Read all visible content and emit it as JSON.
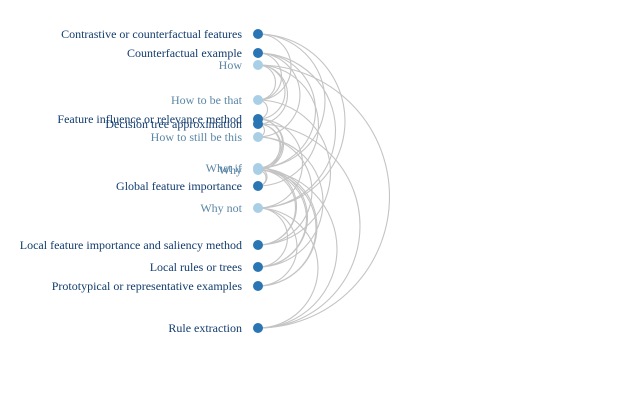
{
  "diagram": {
    "type": "arc-diagram",
    "colors": {
      "method": "#2a75b3",
      "method_text": "#123c6e",
      "question": "#a9cfe6",
      "question_text": "#5a86a6",
      "link": "#c4c4c4"
    },
    "nodes": [
      {
        "id": "cf_features",
        "label": "Contrastive or counterfactual features",
        "kind": "method"
      },
      {
        "id": "cf_example",
        "label": "Counterfactual example",
        "kind": "method"
      },
      {
        "id": "how",
        "label": "How",
        "kind": "question"
      },
      {
        "id": "how_to_be",
        "label": "How to be that",
        "kind": "question"
      },
      {
        "id": "feat_infl",
        "label": "Feature influence or relevance method",
        "kind": "method"
      },
      {
        "id": "dt_approx",
        "label": "Decision tree approximation",
        "kind": "method"
      },
      {
        "id": "how_still",
        "label": "How to still be this",
        "kind": "question"
      },
      {
        "id": "what_if",
        "label": "What if",
        "kind": "question"
      },
      {
        "id": "why",
        "label": "Why",
        "kind": "question"
      },
      {
        "id": "global_fi",
        "label": "Global feature importance",
        "kind": "method"
      },
      {
        "id": "why_not",
        "label": "Why not",
        "kind": "question"
      },
      {
        "id": "local_fi",
        "label": "Local feature importance and saliency method",
        "kind": "method"
      },
      {
        "id": "local_rules",
        "label": "Local rules or trees",
        "kind": "method"
      },
      {
        "id": "proto",
        "label": "Prototypical or representative examples",
        "kind": "method"
      },
      {
        "id": "rule_ext",
        "label": "Rule extraction",
        "kind": "method"
      }
    ],
    "links": [
      [
        "cf_features",
        "why_not"
      ],
      [
        "cf_features",
        "how_to_be"
      ],
      [
        "cf_features",
        "what_if"
      ],
      [
        "cf_example",
        "why_not"
      ],
      [
        "cf_example",
        "how_to_be"
      ],
      [
        "cf_example",
        "what_if"
      ],
      [
        "cf_example",
        "how_still"
      ],
      [
        "how",
        "feat_infl"
      ],
      [
        "how",
        "dt_approx"
      ],
      [
        "how",
        "global_fi"
      ],
      [
        "how",
        "rule_ext"
      ],
      [
        "how_to_be",
        "feat_infl"
      ],
      [
        "how_to_be",
        "local_fi"
      ],
      [
        "how_still",
        "dt_approx"
      ],
      [
        "how_still",
        "local_rules"
      ],
      [
        "what_if",
        "feat_infl"
      ],
      [
        "what_if",
        "dt_approx"
      ],
      [
        "what_if",
        "local_rules"
      ],
      [
        "what_if",
        "global_fi"
      ],
      [
        "what_if",
        "local_fi"
      ],
      [
        "what_if",
        "proto"
      ],
      [
        "why",
        "feat_infl"
      ],
      [
        "why",
        "dt_approx"
      ],
      [
        "why",
        "local_fi"
      ],
      [
        "why",
        "local_rules"
      ],
      [
        "why",
        "proto"
      ],
      [
        "why",
        "rule_ext"
      ],
      [
        "why",
        "global_fi"
      ],
      [
        "why_not",
        "feat_infl"
      ],
      [
        "why_not",
        "local_rules"
      ],
      [
        "why_not",
        "proto"
      ],
      [
        "why_not",
        "rule_ext"
      ],
      [
        "how_still",
        "local_fi"
      ],
      [
        "how",
        "how_to_be"
      ],
      [
        "dt_approx",
        "rule_ext"
      ]
    ]
  }
}
